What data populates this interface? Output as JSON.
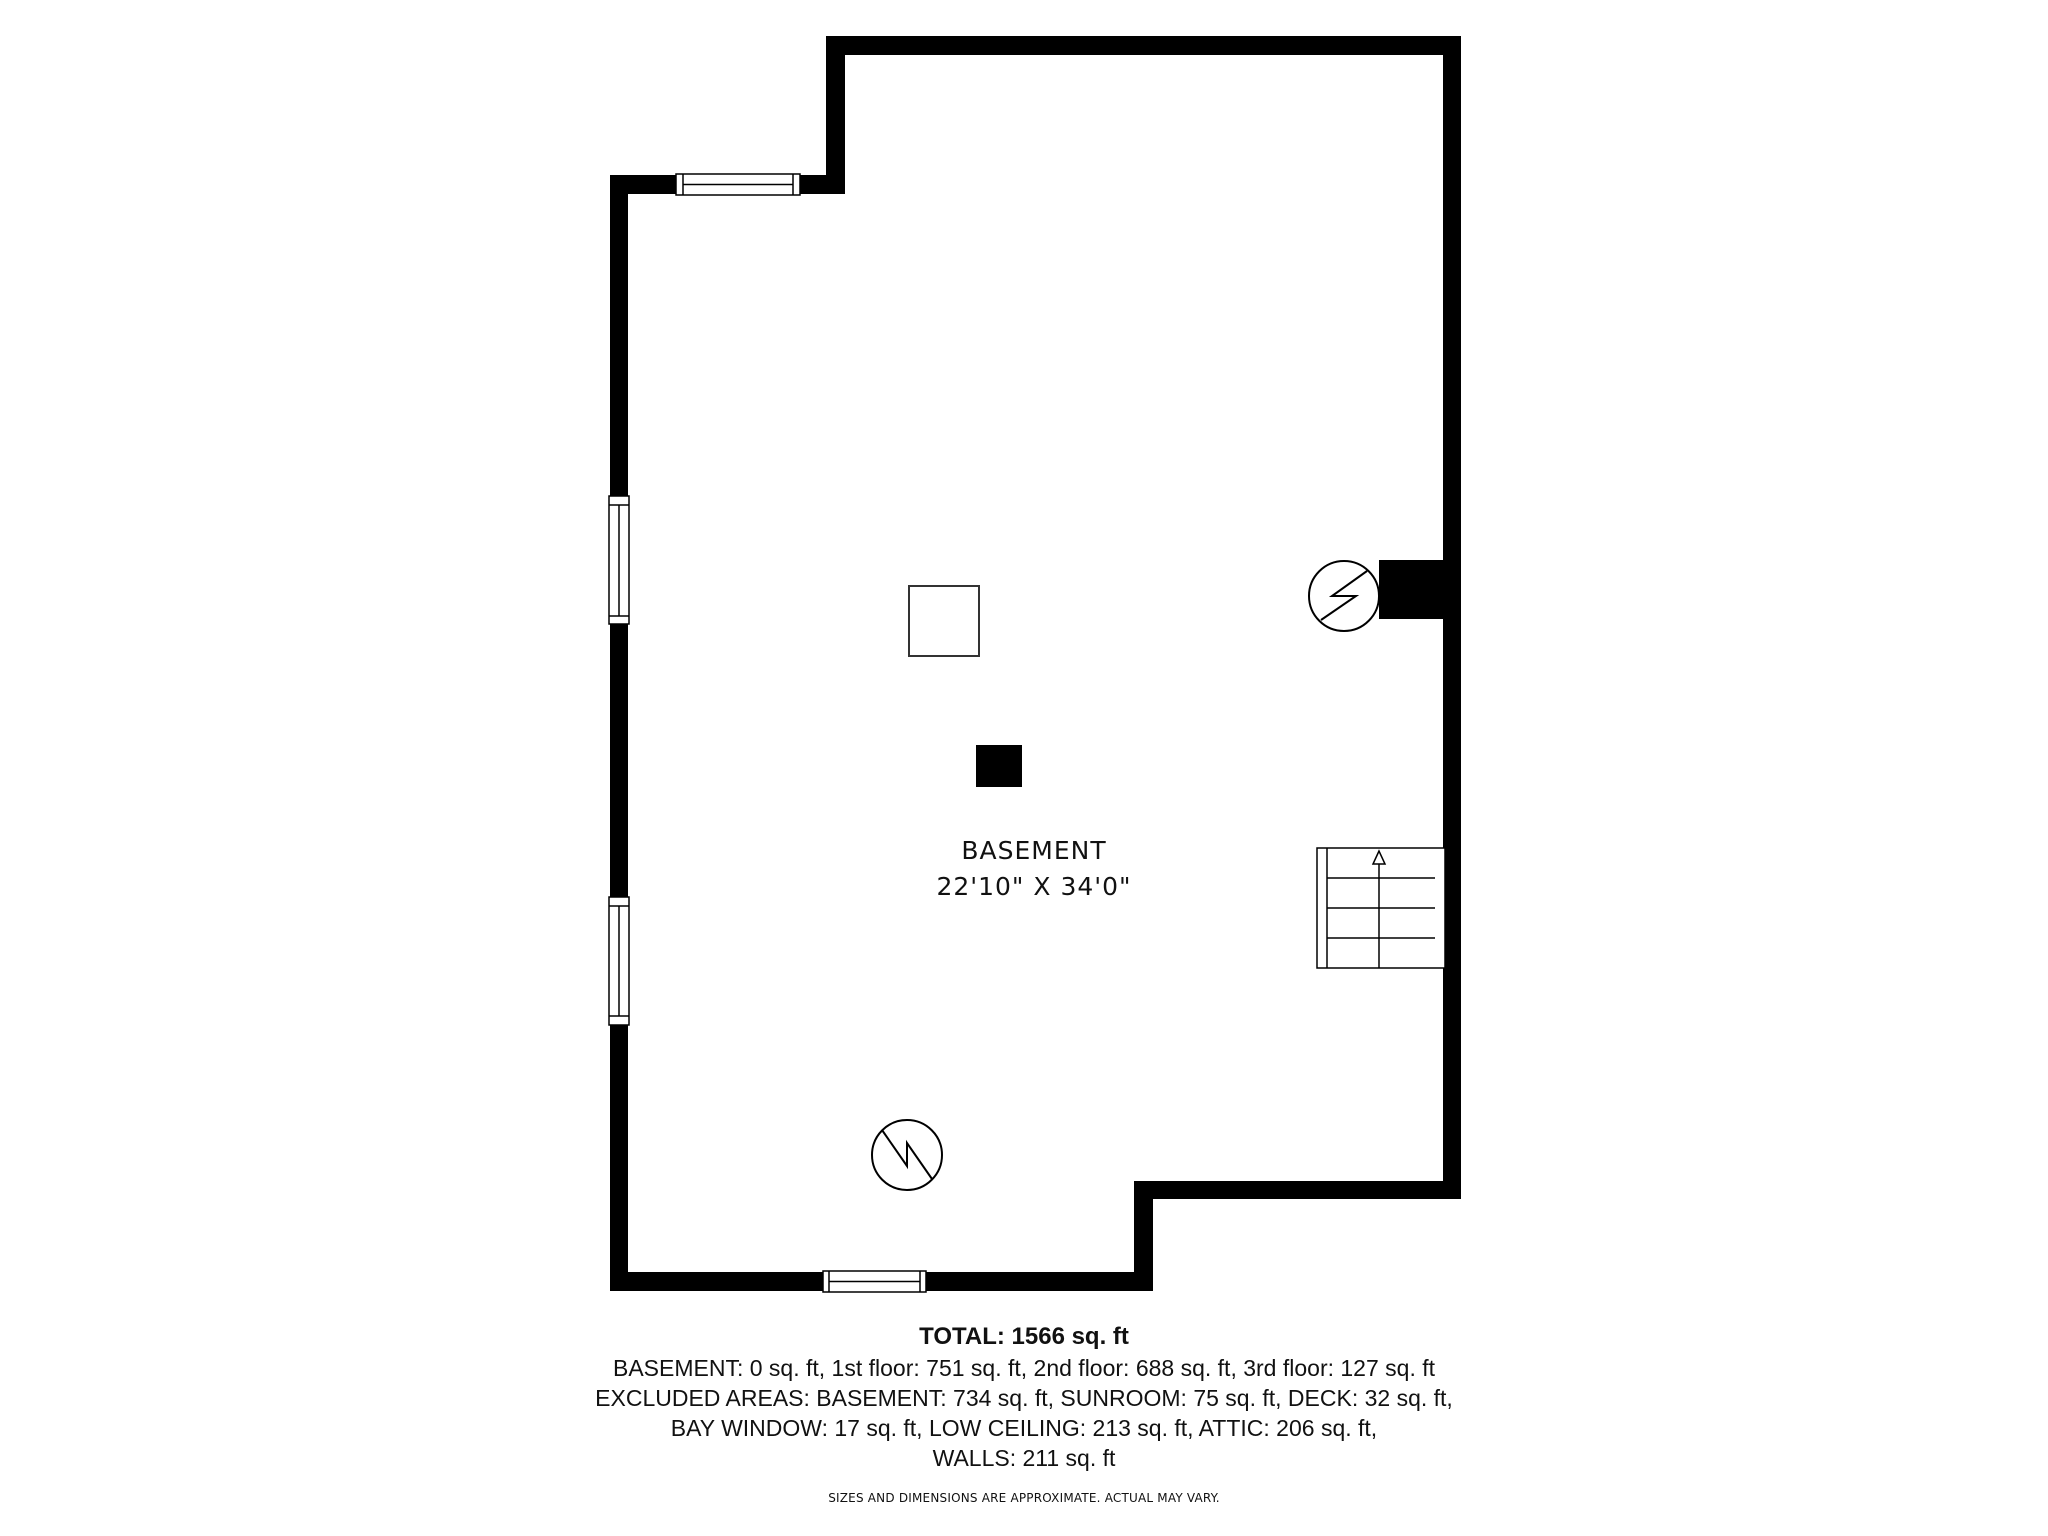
{
  "room": {
    "name": "BASEMENT",
    "dimensions": "22'10\" X 34'0\""
  },
  "summary": {
    "total": "TOTAL: 1566 sq. ft",
    "lines": [
      "BASEMENT: 0 sq. ft, 1st floor: 751 sq. ft, 2nd floor: 688 sq. ft, 3rd floor: 127 sq. ft",
      "EXCLUDED AREAS: BASEMENT: 734 sq. ft, SUNROOM: 75 sq. ft, DECK: 32 sq. ft,",
      "BAY WINDOW: 17 sq. ft, LOW CEILING: 213 sq. ft, ATTIC: 206 sq. ft,",
      "WALLS: 211 sq. ft"
    ],
    "disclaimer": "SIZES AND DIMENSIONS ARE APPROXIMATE. ACTUAL MAY VARY."
  },
  "symbols": {
    "walls_color": "#000000",
    "background_color": "#ffffff",
    "icons": [
      "window-icon",
      "stairs-icon",
      "electrical-panel-icon",
      "water-heater-icon",
      "support-post-icon",
      "floor-opening-icon",
      "chimney-icon"
    ]
  }
}
